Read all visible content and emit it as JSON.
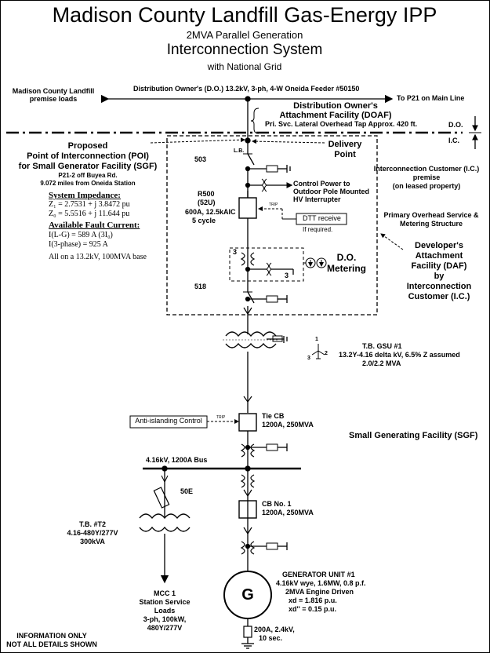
{
  "title": "Madison County Landfill Gas-Energy IPP",
  "subtitle1": "2MVA Parallel Generation",
  "subtitle2": "Interconnection System",
  "subtitle3": "with National Grid",
  "top": {
    "premise_loads_1": "Madison County Landfill",
    "premise_loads_2": "premise loads",
    "feeder": "Distribution Owner's (D.O.) 13.2kV, 3-ph, 4-W Oneida Feeder #50150",
    "to_p21": "To P21 on Main Line",
    "doaf_1": "Distribution Owner's",
    "doaf_2": "Attachment Facility (DOAF)",
    "doaf_3": "Pri. Svc. Lateral Overhead Tap Approx. 420 ft.",
    "do": "D.O.",
    "ic": "I.C."
  },
  "poi": {
    "line1": "Proposed",
    "line2": "Point of Interconnection (POI)",
    "line3": "for Small Generator Facility (SGF)",
    "line4": "P21-2 off Buyea Rd.",
    "line5": "9.072 miles from Oneida Station"
  },
  "impedance": {
    "heading": "System Impedance:",
    "z1": "Z₁ = 2.7531 + j 3.8472 pu",
    "z0": "Z₀ = 5.5516 + j 11.644 pu",
    "fault_heading": "Available Fault Current:",
    "ilg": "I(L-G) = 589 A (3I₀)",
    "i3": "I(3-phase) = 925 A",
    "base": "All on a 13.2kV, 100MVA base"
  },
  "labels": {
    "delivery_1": "Delivery",
    "delivery_2": "Point",
    "lb": "L.B.",
    "n503": "503",
    "n518": "518",
    "r500_1": "R500",
    "r500_2": "(52U)",
    "r500_3": "600A, 12.5kAIC",
    "r500_4": "5 cycle",
    "ctrl_1": "Control Power to",
    "ctrl_2": "Outdoor Pole Mounted",
    "ctrl_3": "HV Interrupter",
    "dtt": "DTT receive",
    "dtt_req": "If required.",
    "trip1": "TRIP",
    "ct_3a": "3",
    "ct_3b": "3",
    "metering_1": "D.O.",
    "metering_2": "Metering",
    "icp_1": "Interconnection Customer (I.C.)",
    "icp_2": "premise",
    "icp_3": "(on leased property)",
    "pos_1": "Primary Overhead Service &",
    "pos_2": "Metering Structure",
    "daf_1": "Developer's",
    "daf_2": "Attachment",
    "daf_3": "Facility (DAF)",
    "daf_4": "by",
    "daf_5": "Interconnection",
    "daf_6": "Customer (I.C.)",
    "gsu_1": "T.B. GSU #1",
    "gsu_2": "13.2Y-4.16 delta kV, 6.5% Z assumed",
    "gsu_3": "2.0/2.2 MVA",
    "anti": "Anti-islanding Control",
    "trip2": "TRIP",
    "tiecb_1": "Tie CB",
    "tiecb_2": "1200A, 250MVA",
    "sgf": "Small Generating Facility (SGF)",
    "bus": "4.16kV, 1200A Bus",
    "fuse": "50E",
    "t2_1": "T.B. #T2",
    "t2_2": "4.16-480Y/277V",
    "t2_3": "300kVA",
    "cb1_1": "CB No. 1",
    "cb1_2": "1200A, 250MVA",
    "gen_1": "GENERATOR UNIT #1",
    "gen_2": "4.16kV wye, 1.6MW, 0.8 p.f.",
    "gen_3": "2MVA Engine Driven",
    "gen_4": "xd = 1.816 p.u.",
    "gen_5": "xd'' = 0.15 p.u.",
    "gen_symbol": "G",
    "mcc_1": "MCC 1",
    "mcc_2": "Station Service",
    "mcc_3": "Loads",
    "mcc_4": "3-ph, 100kW,",
    "mcc_5": "480Y/277V",
    "ngr_1": "200A, 2.4kV,",
    "ngr_2": "10 sec.",
    "info_1": "INFORMATION ONLY",
    "info_2": "NOT ALL DETAILS SHOWN",
    "wye_1": "1",
    "wye_2": "2",
    "wye_3": "3"
  }
}
